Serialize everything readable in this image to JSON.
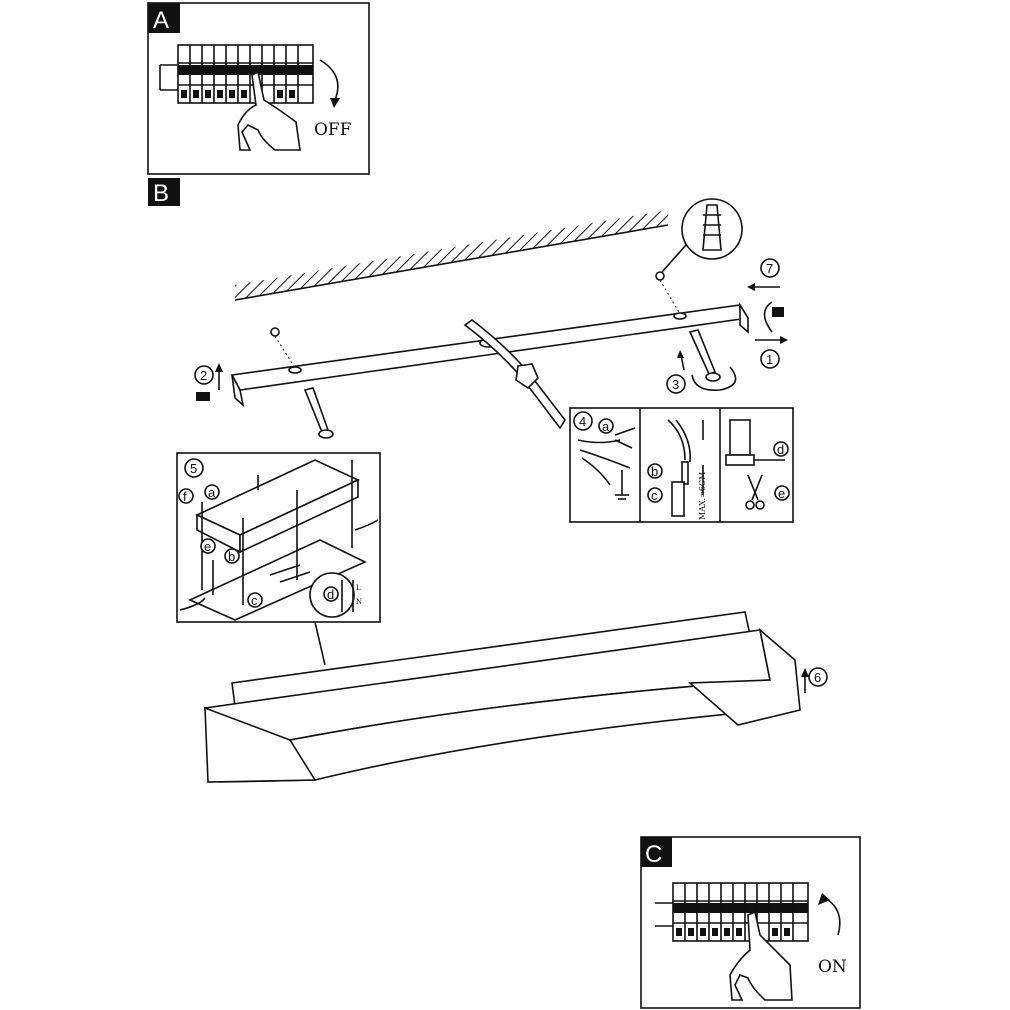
{
  "panels": {
    "a": {
      "label": "A",
      "action": "OFF"
    },
    "b": {
      "label": "B"
    },
    "c": {
      "label": "C",
      "action": "ON"
    }
  },
  "steps": [
    "1",
    "2",
    "3",
    "4",
    "5",
    "6",
    "7"
  ],
  "substeps": [
    "a",
    "b",
    "c",
    "d",
    "e",
    "f"
  ],
  "wire_strip_note": "MAX.=6CM",
  "terminal_marks": [
    "L",
    "N"
  ],
  "colors": {
    "ink": "#111111",
    "paper": "#ffffff"
  }
}
